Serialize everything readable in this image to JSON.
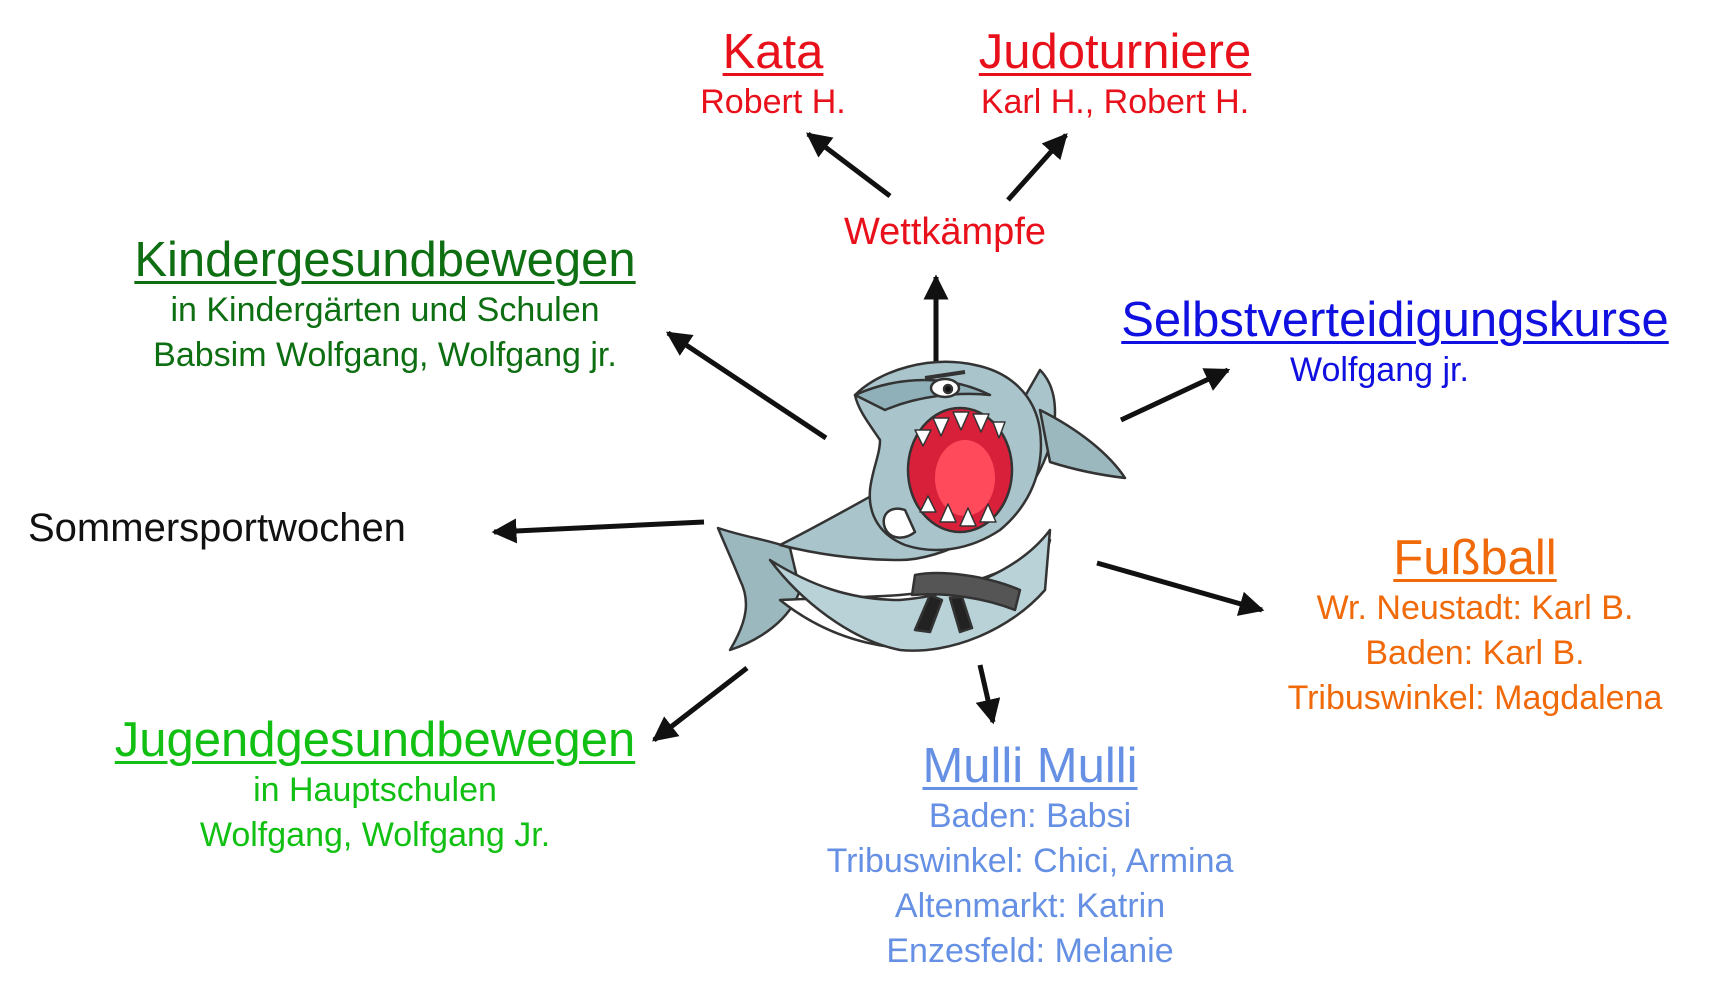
{
  "center": {
    "icon": "shark-judoka-icon"
  },
  "colors": {
    "red": "#e8101a",
    "darkgreen": "#0e6e12",
    "green": "#12c014",
    "blue": "#1010e0",
    "orange": "#f06a0a",
    "lightblue": "#6690e4",
    "black": "#111111"
  },
  "nodes": {
    "kata": {
      "title": "Kata",
      "lines": [
        "Robert H."
      ]
    },
    "judoturniere": {
      "title": "Judoturniere",
      "lines": [
        "Karl H., Robert H."
      ]
    },
    "wettkaempfe": {
      "label": "Wettkämpfe"
    },
    "kindergesundbewegen": {
      "title": "Kindergesundbewegen",
      "lines": [
        "in Kindergärten und Schulen",
        "Babsim Wolfgang, Wolfgang jr."
      ]
    },
    "selbstverteidigung": {
      "title": "Selbstverteidigungskurse",
      "lines": [
        "Wolfgang jr."
      ]
    },
    "sommersport": {
      "label": "Sommersportwochen"
    },
    "fussball": {
      "title": "Fußball",
      "lines": [
        "Wr. Neustadt: Karl B.",
        "Baden: Karl B.",
        "Tribuswinkel: Magdalena"
      ]
    },
    "jugendgesundbewegen": {
      "title": "Jugendgesundbewegen",
      "lines": [
        "in Hauptschulen",
        "Wolfgang, Wolfgang Jr."
      ]
    },
    "mulli": {
      "title": "Mulli Mulli",
      "lines": [
        "Baden: Babsi",
        "Tribuswinkel: Chici, Armina",
        "Altenmarkt: Katrin",
        "Enzesfeld: Melanie"
      ]
    }
  }
}
